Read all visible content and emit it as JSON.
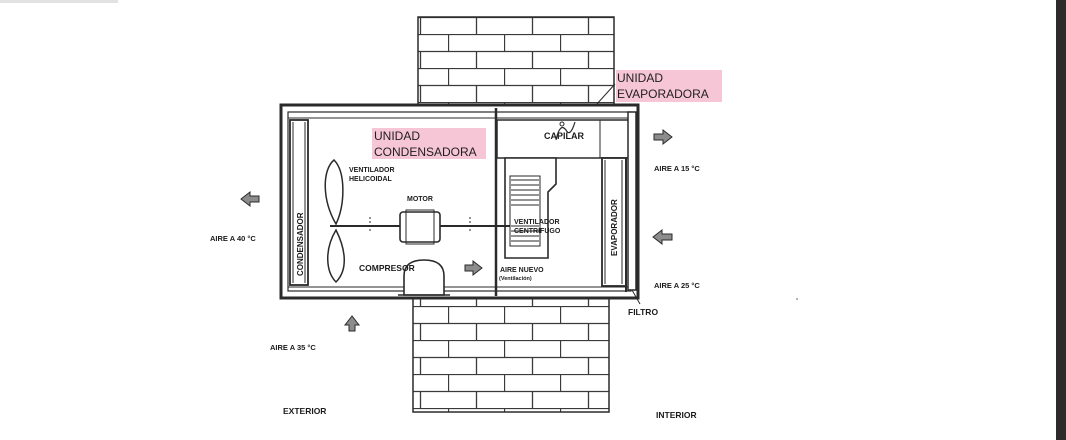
{
  "labels": {
    "unidad_evaporadora": [
      "UNIDAD",
      "EVAPORADORA"
    ],
    "unidad_condensadora": [
      "UNIDAD",
      "CONDENSADORA"
    ],
    "capilar": "CAPILAR",
    "ventilador_helicoidal": [
      "VENTILADOR",
      "HELICOIDAL"
    ],
    "motor": "MOTOR",
    "ventilador_centrifugo": [
      "VENTILADOR",
      "CENTRIFUGO"
    ],
    "compresor": "COMPRESOR",
    "aire_nuevo": [
      "AIRE NUEVO",
      "(Ventilación)"
    ],
    "condensador": "CONDENSADOR",
    "evaporador": "EVAPORADOR",
    "aire_40": "AIRE A 40 °C",
    "aire_15": "AIRE A 15 °C",
    "aire_25": "AIRE A 25 °C",
    "aire_35": "AIRE A 35 °C",
    "filtro": "FILTRO",
    "exterior": "EXTERIOR",
    "interior": "INTERIOR"
  },
  "colors": {
    "line": "#2a2a2a",
    "highlight": "#f7c6d6",
    "arrow_fill": "#8c8c8c"
  }
}
